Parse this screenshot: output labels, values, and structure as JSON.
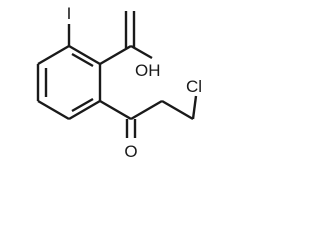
{
  "molecule": {
    "atoms": {
      "iodine": "I",
      "hydroxyl": "OH",
      "ketone_oxygen": "O",
      "chlorine": "Cl"
    }
  }
}
